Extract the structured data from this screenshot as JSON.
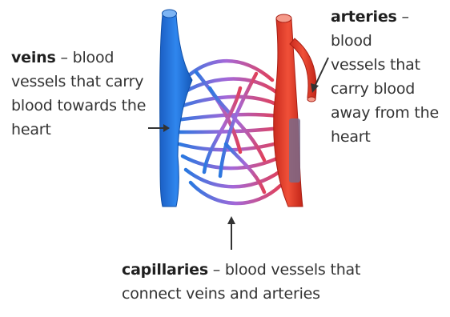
{
  "labels": {
    "veins": {
      "term": "veins",
      "sep": " – ",
      "line1_rest": "blood",
      "line2": "vessels that carry",
      "line3": "blood towards the",
      "line4": "heart"
    },
    "arteries": {
      "term": "arteries",
      "sep": " – ",
      "line1_rest": "blood",
      "line2": "vessels that",
      "line3": "carry blood",
      "line4": "away from the",
      "line5": "heart"
    },
    "capillaries": {
      "term": "capillaries",
      "sep": " – ",
      "line1_rest": "blood vessels that",
      "line2": "connect veins and arteries"
    }
  },
  "colors": {
    "vein": "#1a6fd6",
    "vein_dark": "#0f4fa8",
    "artery": "#e23a2a",
    "artery_dark": "#a81f14",
    "capillary_mid": "#9a5fd8",
    "arrow": "#333333"
  }
}
